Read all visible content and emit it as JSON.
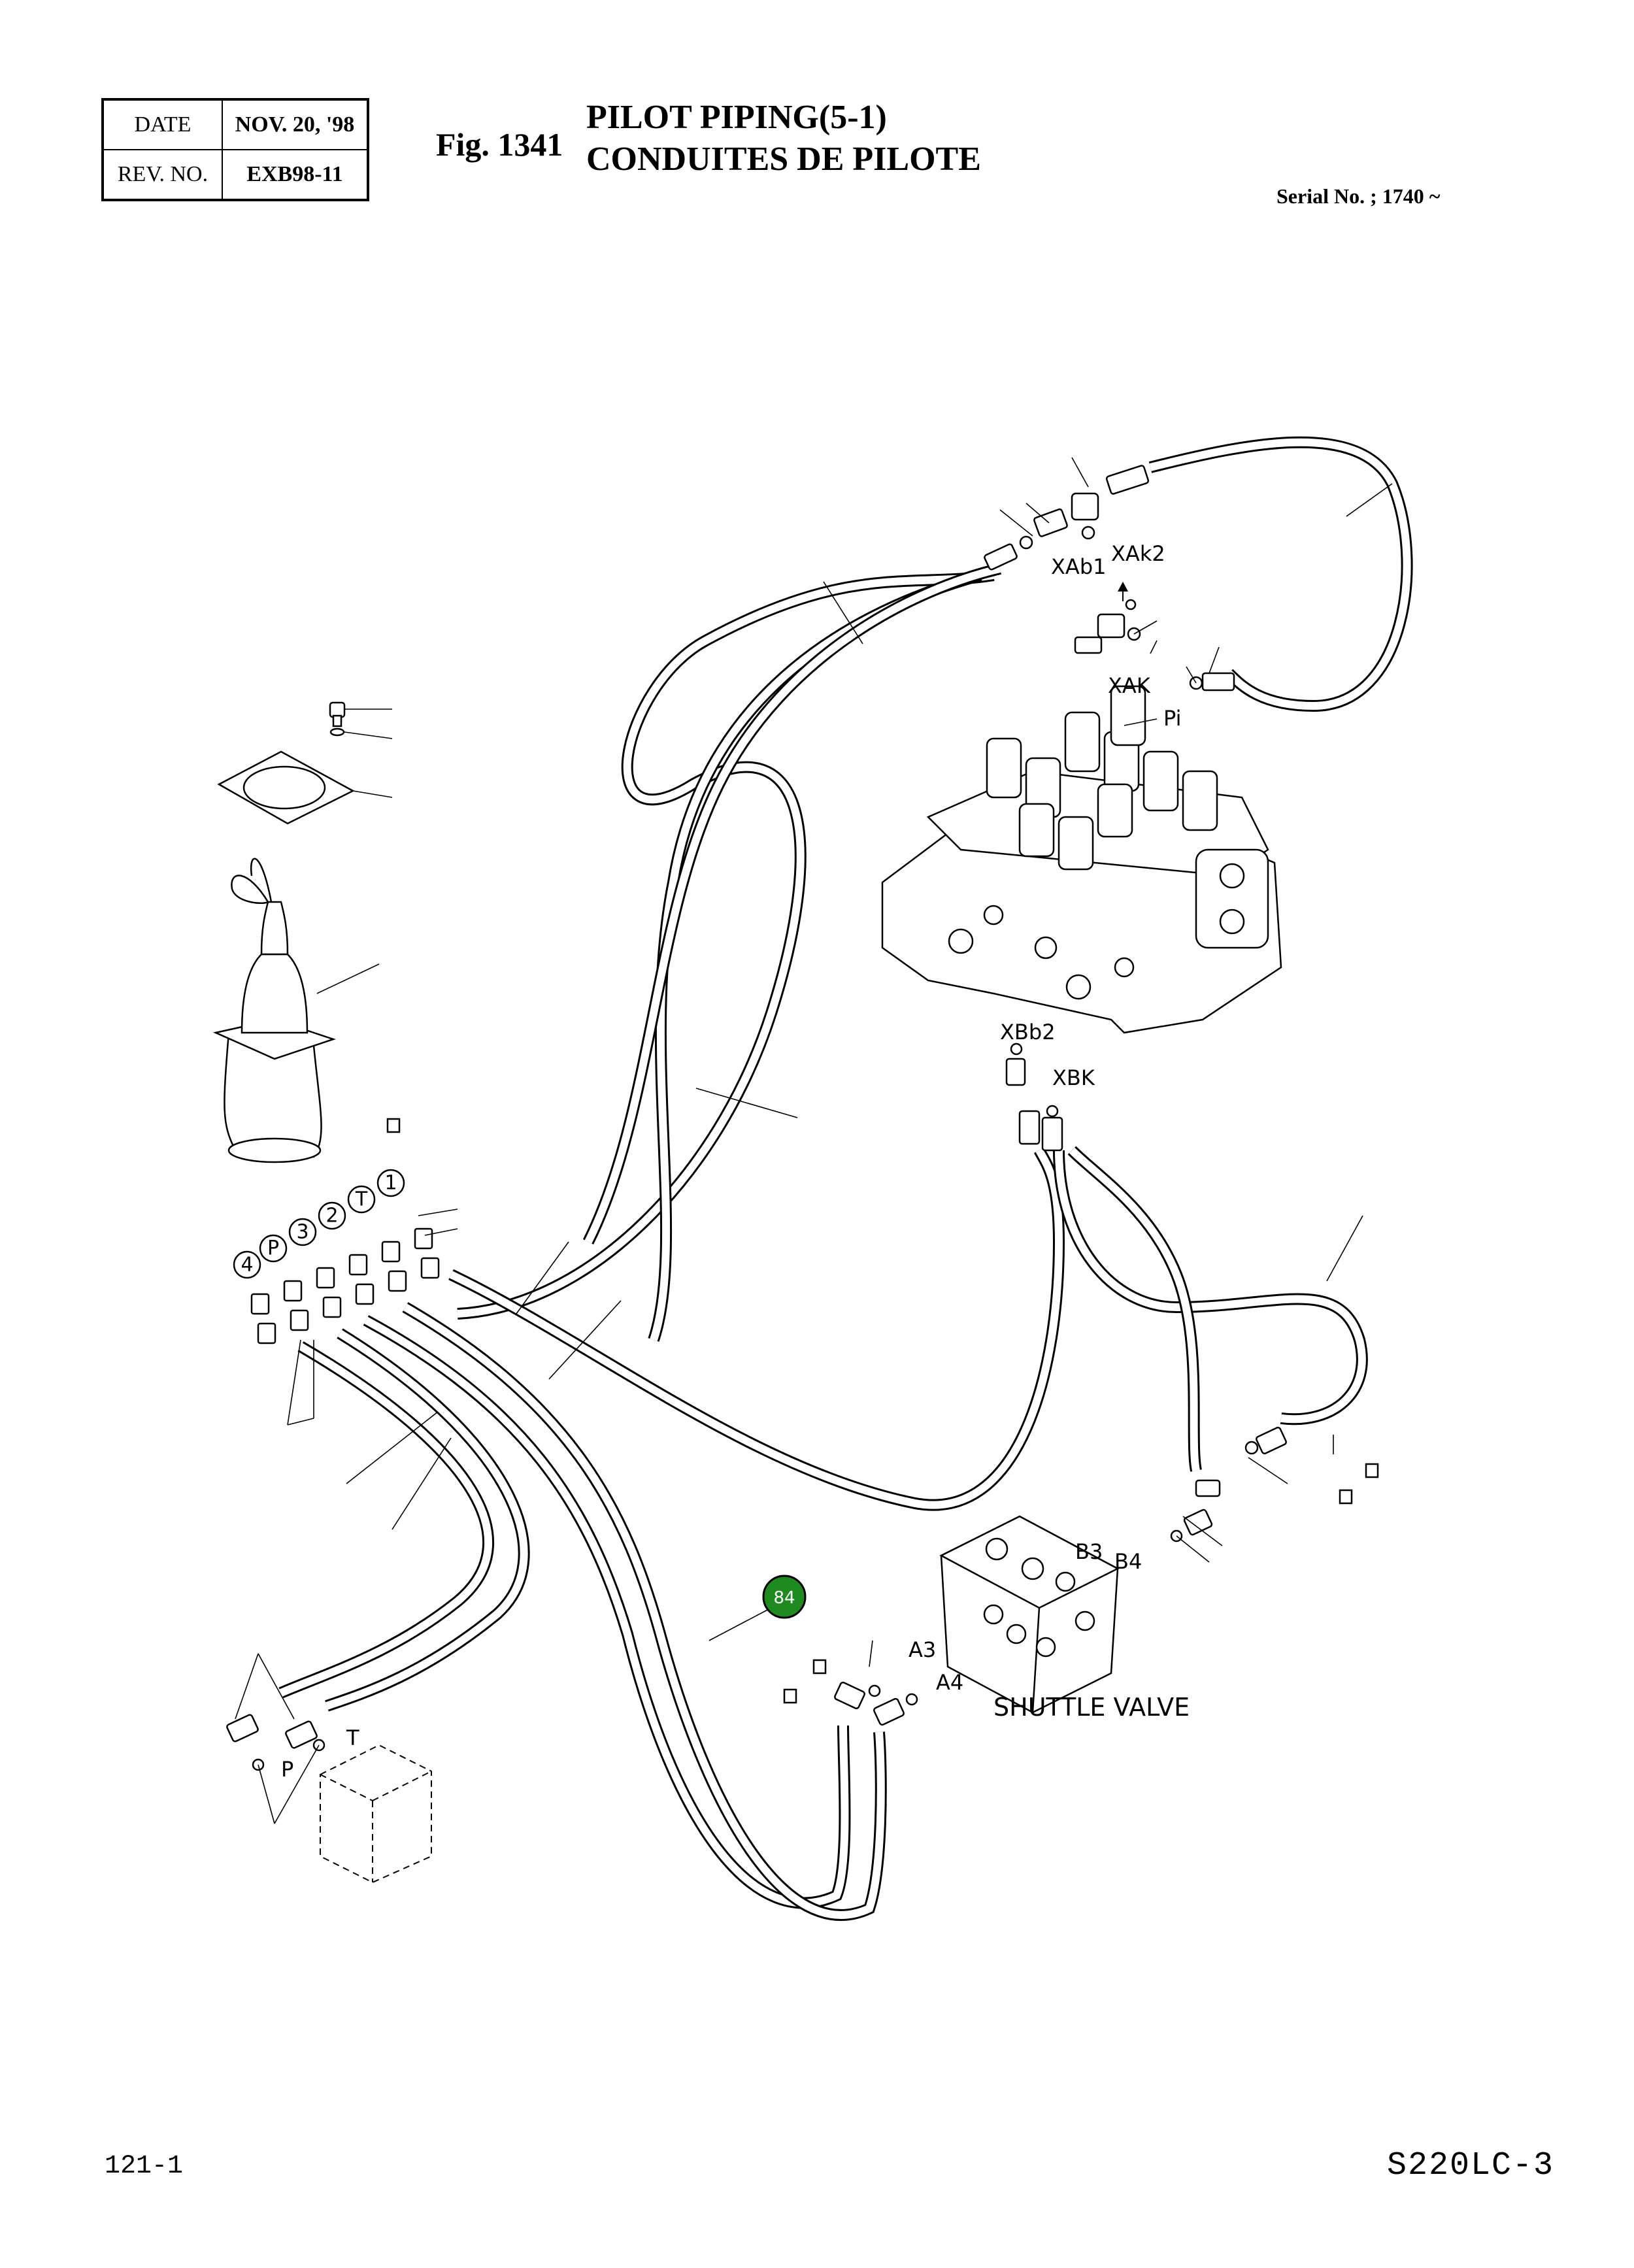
{
  "header": {
    "date_label": "DATE",
    "date_value": "NOV. 20, '98",
    "rev_label": "REV. NO.",
    "rev_value": "EXB98-11"
  },
  "figure": {
    "number": "Fig. 1341",
    "title_en": "PILOT PIPING(5-1)",
    "title_fr": "CONDUITES DE PILOTE",
    "serial": "Serial No. ; 1740 ~"
  },
  "port_labels": {
    "xab1": "XAb1",
    "xak2": "XAk2",
    "xak": "XAK",
    "pi": "Pi",
    "xbb2": "XBb2",
    "xbk": "XBK",
    "b3": "B3",
    "b4": "B4",
    "a3": "A3",
    "a4": "A4",
    "p": "P",
    "t": "T"
  },
  "joystick_ports": [
    "4",
    "P",
    "3",
    "2",
    "T",
    "1"
  ],
  "shuttle_valve_label": "SHUTTLE VALVE",
  "callout": {
    "number": "84",
    "color": "#1f8a1f"
  },
  "footer": {
    "page": "121-1",
    "model": "S220LC-3"
  }
}
